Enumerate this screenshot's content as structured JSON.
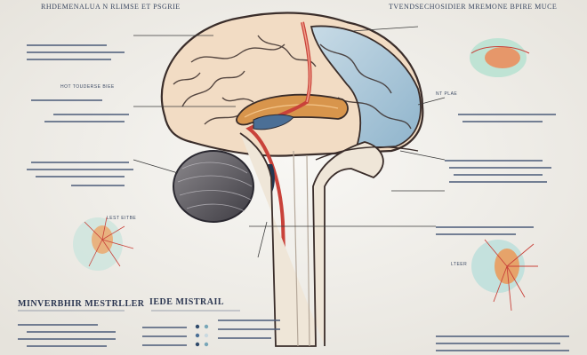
{
  "labels": {
    "header_left": "RHDEMENALUA N RLIMSE ET PSGRIE",
    "header_right": "TVENDSECHOSIDIER MREMONE BPIRE MUCE",
    "left_label_1": "HOT TOUDERSE BIEE",
    "neuron_label": "LEST EITBE",
    "neuron_right_label": "LTEER",
    "right_label_1": "NT PLAE",
    "section_left": "MINVERBHIR MESTRLLER",
    "section_right": "IEDE MISTRAIL"
  }
}
